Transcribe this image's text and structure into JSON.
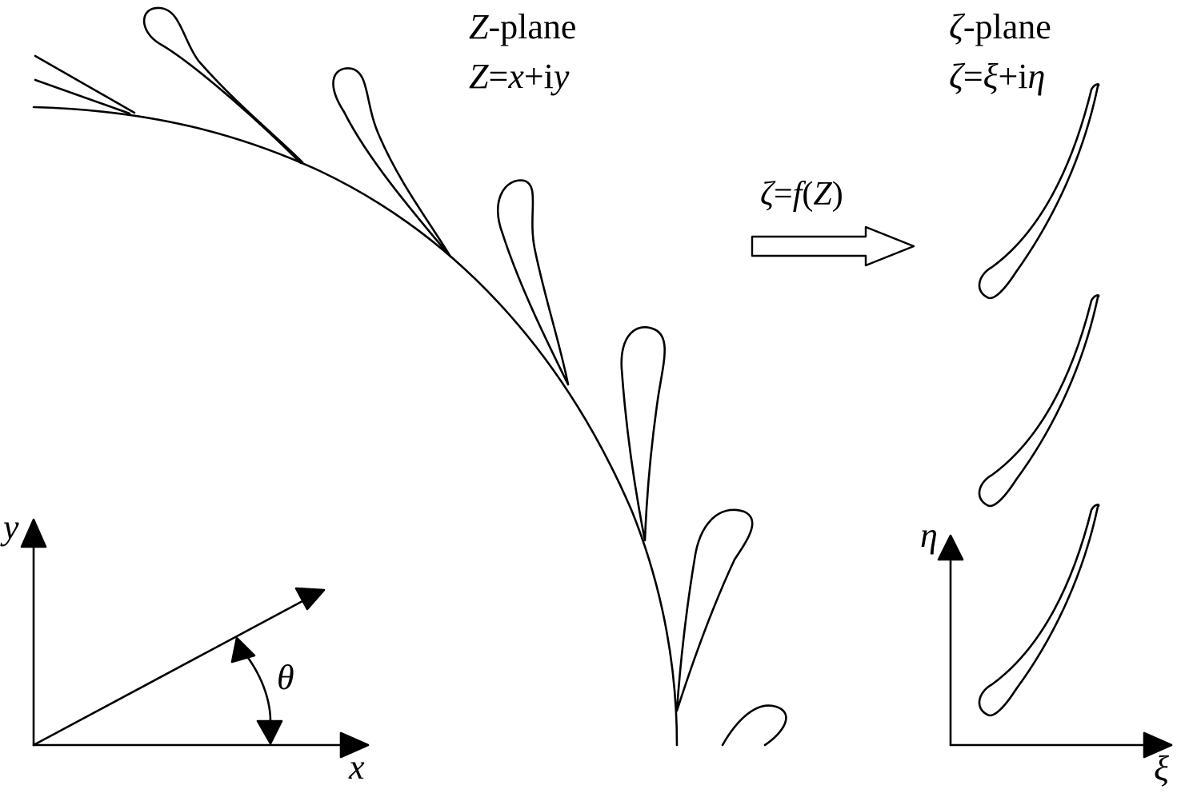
{
  "z_plane": {
    "title_var": "Z",
    "title_rest": "-plane",
    "eq_lhs": "Z",
    "eq_eq": "=",
    "eq_x": "x",
    "eq_plus": "+i",
    "eq_y": "y"
  },
  "zeta_plane": {
    "title_var": "ζ",
    "title_rest": "-plane",
    "eq_lhs": "ζ",
    "eq_eq": "=",
    "eq_xi": "ξ",
    "eq_plus": "+i",
    "eq_eta": "η"
  },
  "mapping": {
    "lhs": "ζ",
    "eq": "=",
    "f": "f",
    "open": "(",
    "arg": "Z",
    "close": ")"
  },
  "axes_z": {
    "y_label": "y",
    "x_label": "x",
    "angle_label": "θ"
  },
  "axes_zeta": {
    "eta_label": "η",
    "xi_label": "ξ"
  },
  "colors": {
    "stroke": "#000000",
    "background": "#ffffff"
  }
}
